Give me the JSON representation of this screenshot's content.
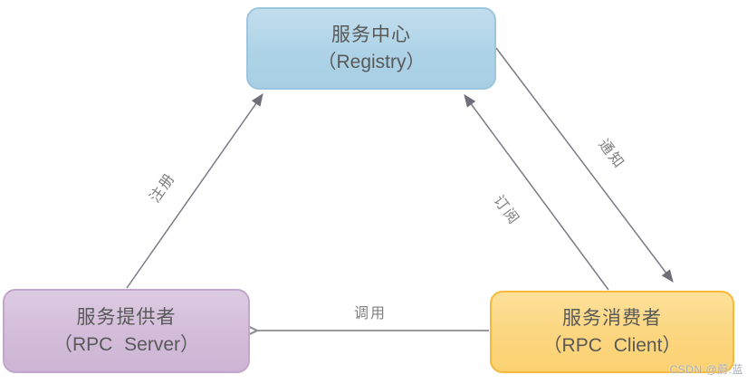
{
  "diagram": {
    "nodes": {
      "registry": {
        "title": "服务中心",
        "subtitle": "（Registry）"
      },
      "server": {
        "title": "服务提供者",
        "subtitle": "（RPC Server）"
      },
      "client": {
        "title": "服务消费者",
        "subtitle": "（RPC Client）"
      }
    },
    "edges": {
      "register": {
        "label": "注册",
        "from": "server",
        "to": "registry",
        "arrow": "filled"
      },
      "subscribe": {
        "label": "订阅",
        "from": "client",
        "to": "registry",
        "arrow": "filled"
      },
      "notify": {
        "label": "通知",
        "from": "registry",
        "to": "client",
        "arrow": "filled"
      },
      "call": {
        "label": "调用",
        "from": "client",
        "to": "server",
        "arrow": "open"
      }
    }
  },
  "watermark": "CSDN @蔚.蓝",
  "colors": {
    "registry_fill": "#aed3e7",
    "registry_border": "#9cc6dd",
    "server_fill": "#d3bcd9",
    "server_border": "#c3a6cb",
    "client_fill": "#fcd67f",
    "client_border": "#f8b93a",
    "line": "#7a7a85",
    "arrowhead": "#6f6f7a",
    "node_text": "#595959",
    "edge_label_text": "#7f7f7f"
  }
}
